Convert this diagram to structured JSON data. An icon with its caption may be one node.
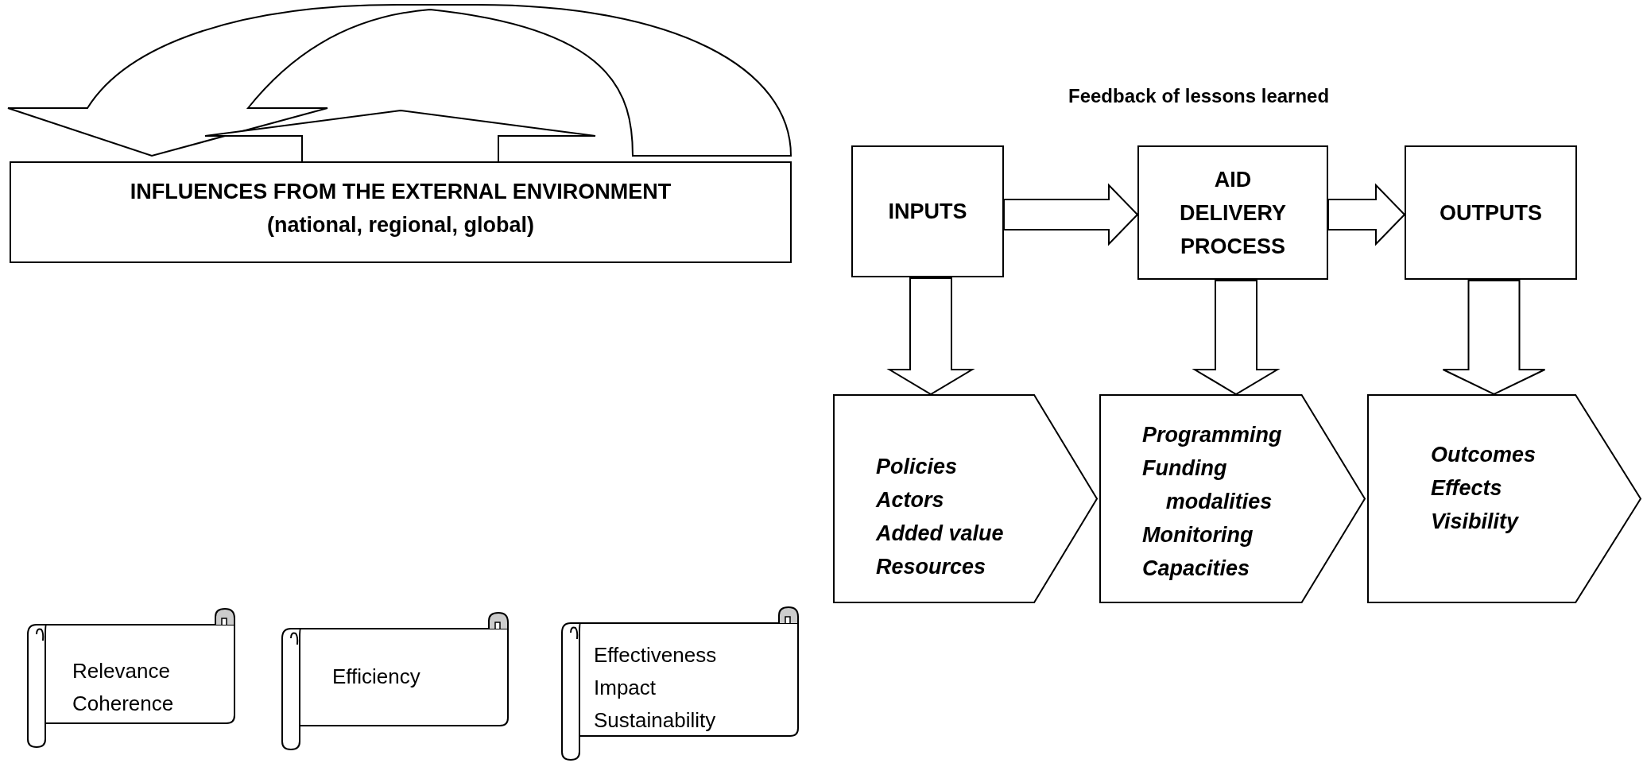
{
  "diagram": {
    "nodes": [
      {
        "text": [
          "INFLUENCES FROM THE EXTERNAL ENVIRONMENT",
          "(national, regional, global)"
        ]
      },
      {
        "text": [
          "INPUTS"
        ]
      },
      {
        "text": [
          "AID DELIVERY PROCESS"
        ]
      },
      {
        "text": [
          "OUTPUTS"
        ]
      },
      {
        "text": [
          "Policies",
          "Actors",
          "Added value",
          "Resources"
        ]
      },
      {
        "text": [
          "Programming",
          "Funding modalities",
          "Monitoring",
          "Capacities"
        ]
      },
      {
        "text": [
          "Outcomes",
          "Effects",
          "Visibility"
        ]
      },
      {
        "text": [
          "Relevance",
          "Coherence"
        ]
      },
      {
        "text": [
          "Efficiency"
        ]
      },
      {
        "text": [
          "Effectiveness",
          "Impact",
          "Sustainability"
        ]
      }
    ],
    "edges": [
      {
        "from": 0,
        "to": 0,
        "arrow": "to"
      },
      {
        "from": 0,
        "to": null,
        "arrow": "to"
      },
      {
        "from": 1,
        "to": 2,
        "arrow": "to"
      },
      {
        "from": 2,
        "to": 3,
        "arrow": "to"
      },
      {
        "from": 1,
        "to": 4,
        "arrow": "to"
      },
      {
        "from": 2,
        "to": 5,
        "arrow": "to"
      },
      {
        "from": 3,
        "to": 6,
        "arrow": "to"
      }
    ],
    "labels": [
      "Feedback of lessons learned"
    ]
  }
}
